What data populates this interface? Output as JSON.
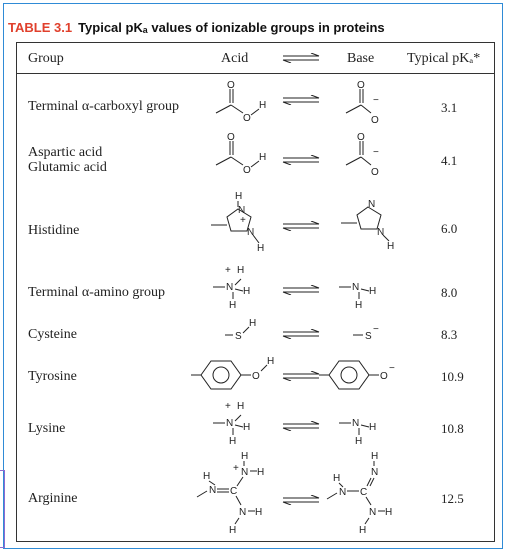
{
  "caption": {
    "tag": "TABLE 3.1",
    "title": "Typical pKₐ values of ionizable groups in proteins"
  },
  "headers": {
    "group": "Group",
    "acid": "Acid",
    "base": "Base",
    "pka": "Typical pKₐ*"
  },
  "rows": [
    {
      "group": "Terminal α-carboxyl group",
      "pka": "3.1"
    },
    {
      "group": "Aspartic acid",
      "group2": "Glutamic acid",
      "pka": "4.1"
    },
    {
      "group": "Histidine",
      "pka": "6.0"
    },
    {
      "group": "Terminal α-amino group",
      "pka": "8.0"
    },
    {
      "group": "Cysteine",
      "pka": "8.3"
    },
    {
      "group": "Tyrosine",
      "pka": "10.9"
    },
    {
      "group": "Lysine",
      "pka": "10.8"
    },
    {
      "group": "Arginine",
      "pka": "12.5"
    }
  ]
}
